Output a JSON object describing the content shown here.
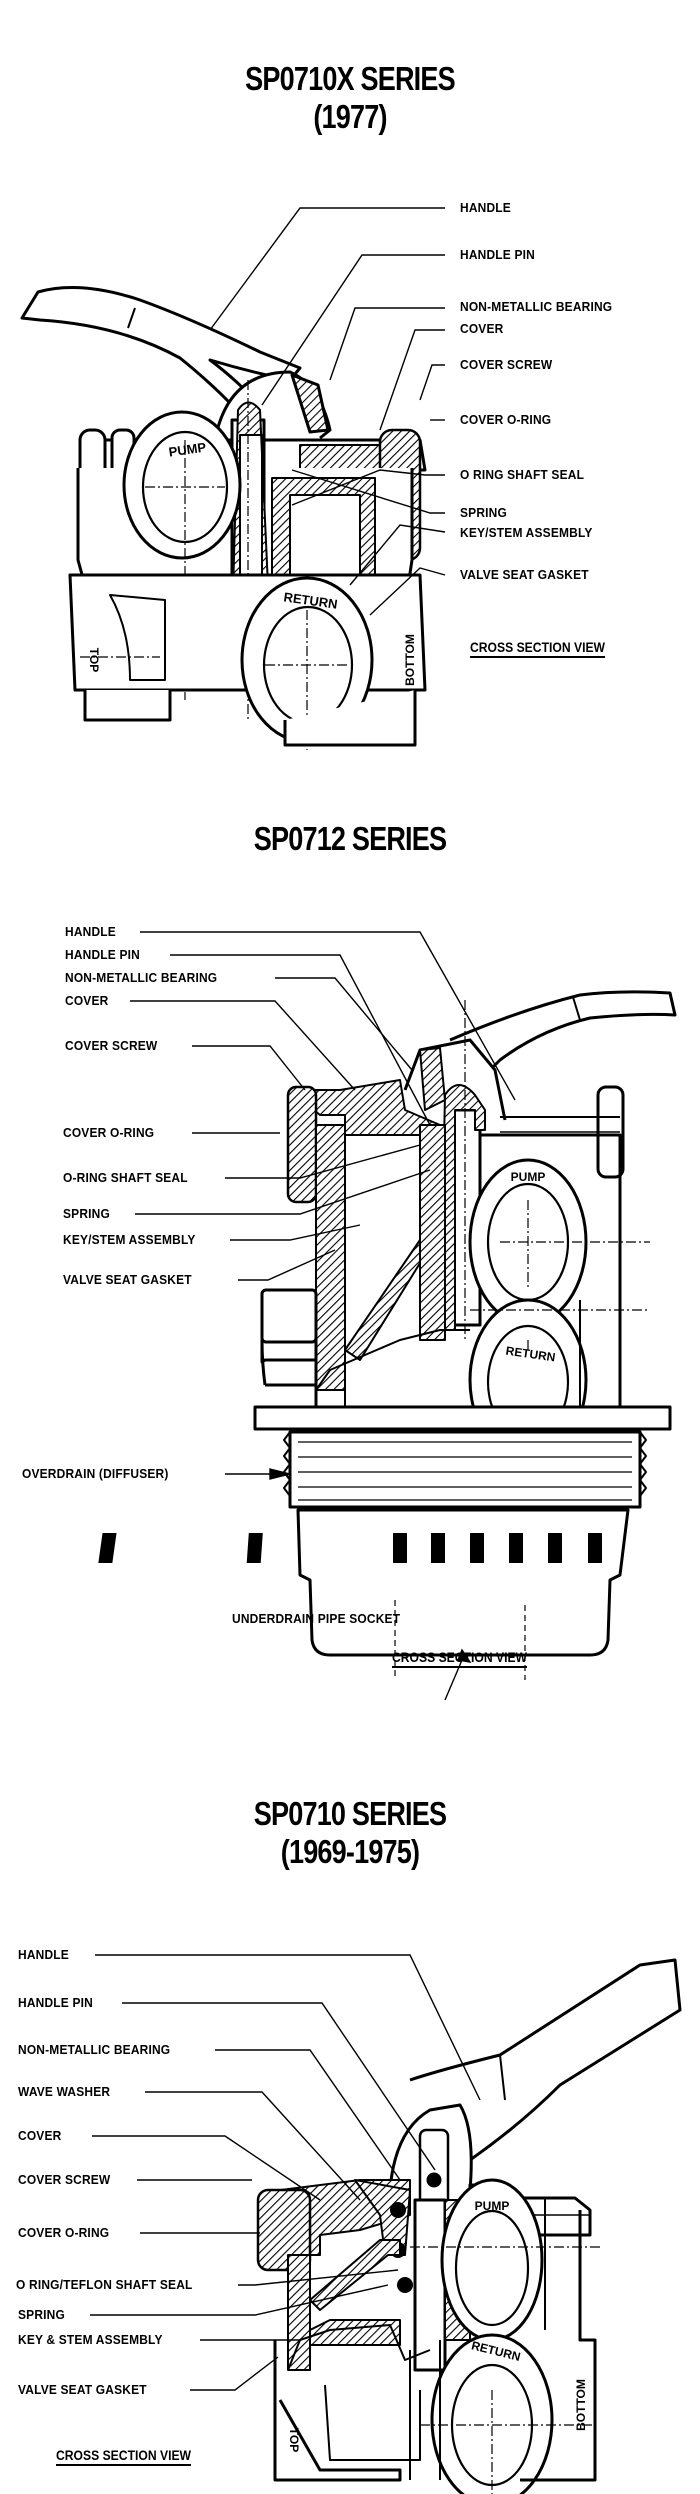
{
  "diagrams": [
    {
      "title": "SP0710X SERIES",
      "subtitle": "(1977)",
      "labels": [
        "HANDLE",
        "HANDLE PIN",
        "NON-METALLIC BEARING",
        "COVER",
        "COVER SCREW",
        "COVER O-RING",
        "O RING SHAFT SEAL",
        "SPRING",
        "KEY/STEM ASSEMBLY",
        "VALVE SEAT GASKET"
      ],
      "port_labels": {
        "pump": "PUMP",
        "return": "RETURN",
        "top": "TOP",
        "bottom": "BOTTOM"
      },
      "view_caption": "CROSS SECTION VIEW"
    },
    {
      "title": "SP0712 SERIES",
      "subtitle": "",
      "labels": [
        "HANDLE",
        "HANDLE PIN",
        "NON-METALLIC BEARING",
        "COVER",
        "COVER SCREW",
        "COVER O-RING",
        "O-RING SHAFT SEAL",
        "SPRING",
        "KEY/STEM ASSEMBLY",
        "VALVE SEAT GASKET",
        "OVERDRAIN (DIFFUSER)",
        "UNDERDRAIN PIPE SOCKET"
      ],
      "port_labels": {
        "pump": "PUMP",
        "return": "RETURN"
      },
      "view_caption": "CROSS SECTION VIEW"
    },
    {
      "title": "SP0710 SERIES",
      "subtitle": "(1969-1975)",
      "labels": [
        "HANDLE",
        "HANDLE PIN",
        "NON-METALLIC BEARING",
        "WAVE WASHER",
        "COVER",
        "COVER SCREW",
        "COVER O-RING",
        "O RING/TEFLON SHAFT SEAL",
        "SPRING",
        "KEY & STEM ASSEMBLY",
        "VALVE SEAT GASKET"
      ],
      "port_labels": {
        "pump": "PUMP",
        "return": "RETURN",
        "top": "TOP",
        "bottom": "BOTTOM"
      },
      "view_caption": "CROSS SECTION VIEW"
    }
  ]
}
